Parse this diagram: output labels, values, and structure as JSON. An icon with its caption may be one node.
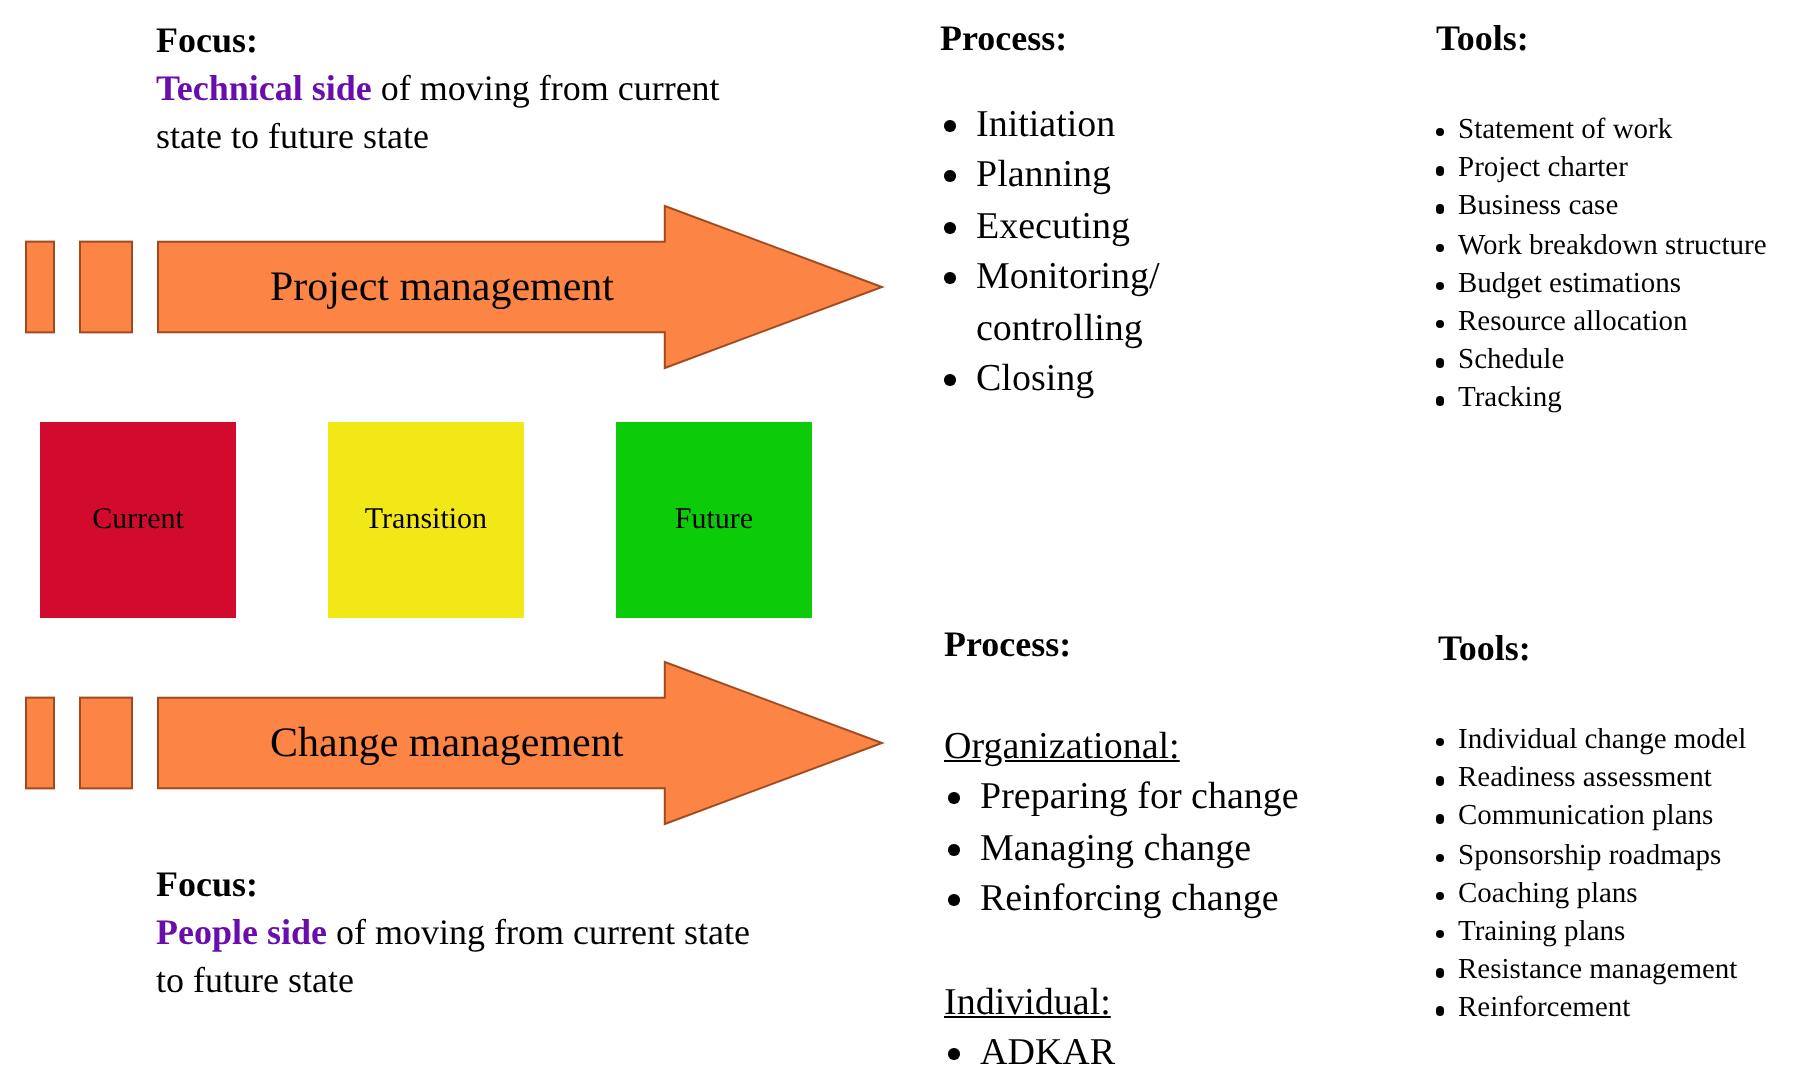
{
  "diagram": {
    "nodes": [
      {
        "text": [
          "Project management"
        ]
      },
      {
        "text": [
          "Change management"
        ]
      },
      {
        "text": [
          "Current"
        ]
      },
      {
        "text": [
          "Transition"
        ]
      },
      {
        "text": [
          "Future"
        ]
      }
    ],
    "labels": [
      "Focus:",
      "Process:",
      "Tools:",
      "**Technical side** of moving from current state to future state",
      "Initiation",
      "Planning",
      "Executing",
      "Monitoring/ controlling",
      "Closing",
      "Statement of work",
      "Project charter",
      "Business case",
      "Work breakdown structure",
      "Budget estimations",
      "Resource allocation",
      "Schedule",
      "Tracking",
      "Process:",
      "Tools:",
      "Organizational:",
      "Preparing for change",
      "Managing change",
      "Reinforcing change",
      "Individual change model",
      "Readiness assessment",
      "Communication plans",
      "Sponsorship roadmaps",
      "Coaching plans",
      "Training plans",
      "Resistance management",
      "Reinforcement",
      "Focus:",
      "**People side** of moving from current state to future state",
      "Individual:",
      "ADKAR"
    ]
  }
}
